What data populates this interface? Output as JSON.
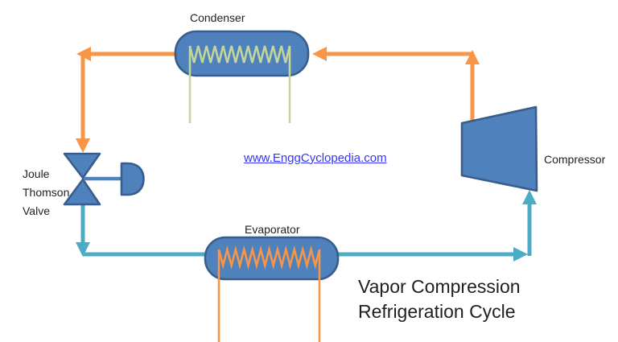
{
  "diagram": {
    "labels": {
      "condenser": "Condenser",
      "compressor": "Compressor",
      "evaporator": "Evaporator",
      "valve": [
        "Joule",
        "Thomson",
        "Valve"
      ]
    },
    "watermark_link": "www.EnggCyclopedia.com",
    "title": [
      "Vapor Compression",
      "Refrigeration Cycle"
    ]
  },
  "colors": {
    "shape_fill": "#4F81BD",
    "shape_border": "#385D8A",
    "hot_line": "#F79646",
    "cold_line": "#4BACC6",
    "condenser_coil": "#C3D69B",
    "evaporator_coil": "#F79646",
    "link_color": "#3333FF",
    "text_color": "#1F1F1F"
  }
}
